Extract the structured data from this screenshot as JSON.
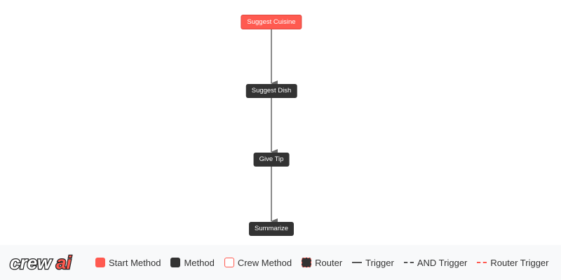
{
  "nodes": [
    {
      "label": "Suggest Cuisine",
      "type": "start"
    },
    {
      "label": "Suggest Dish",
      "type": "method"
    },
    {
      "label": "Give Tip",
      "type": "method"
    },
    {
      "label": "Summarize",
      "type": "method"
    }
  ],
  "edges": [
    {
      "from": "Suggest Cuisine",
      "to": "Suggest Dish",
      "type": "trigger"
    },
    {
      "from": "Suggest Dish",
      "to": "Give Tip",
      "type": "trigger"
    },
    {
      "from": "Give Tip",
      "to": "Summarize",
      "type": "trigger"
    }
  ],
  "logo": "crewai",
  "legend": {
    "start": "Start Method",
    "method": "Method",
    "crew": "Crew Method",
    "router": "Router",
    "trigger": "Trigger",
    "and_trigger": "AND Trigger",
    "router_trigger": "Router Trigger"
  },
  "colors": {
    "start": "#ff5a50",
    "method": "#333333",
    "edge": "#666666",
    "router_trigger": "#ff5a50"
  }
}
